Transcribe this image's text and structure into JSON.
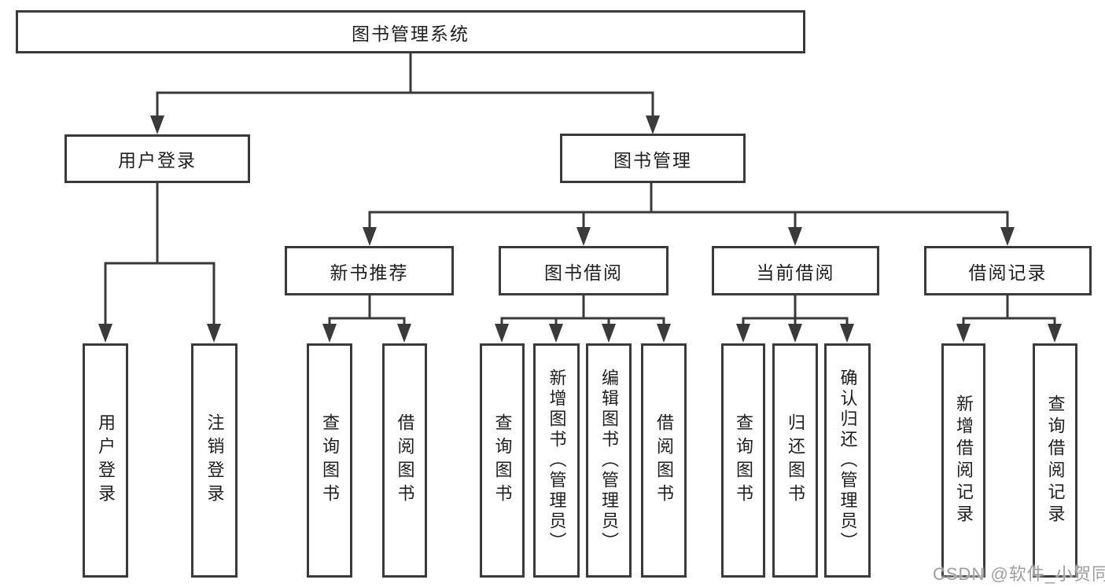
{
  "diagram_title": "图书管理系统",
  "nodes": {
    "root": {
      "label": "图书管理系统"
    },
    "user_login": {
      "label": "用户登录"
    },
    "book_management": {
      "label": "图书管理"
    },
    "new_book_recommend": {
      "label": "新书推荐"
    },
    "book_borrowing": {
      "label": "图书借阅"
    },
    "current_borrowing": {
      "label": "当前借阅"
    },
    "borrowing_records": {
      "label": "借阅记录"
    },
    "user_login_leaf": {
      "label": "用户登录"
    },
    "logout_leaf": {
      "label": "注销登录"
    },
    "nbr_query_books": {
      "label": "查询图书"
    },
    "nbr_borrow_books": {
      "label": "借阅图书"
    },
    "bb_query_books": {
      "label": "查询图书"
    },
    "bb_add_books": {
      "label": "新增图书（管理员）"
    },
    "bb_edit_books": {
      "label": "编辑图书（管理员）"
    },
    "bb_borrow_books": {
      "label": "借阅图书"
    },
    "cb_query_books": {
      "label": "查询图书"
    },
    "cb_return_books": {
      "label": "归还图书"
    },
    "cb_confirm_return": {
      "label": "确认归还（管理员）"
    },
    "br_add_record": {
      "label": "新增借阅记录"
    },
    "br_query_record": {
      "label": "查询借阅记录"
    }
  },
  "watermark": {
    "text": "CSDN @软件_小贺同学"
  },
  "colors": {
    "line": "#3a3a3a",
    "text": "#1f1f1f",
    "background": "#ffffff",
    "watermark": "#9e9e9e"
  }
}
